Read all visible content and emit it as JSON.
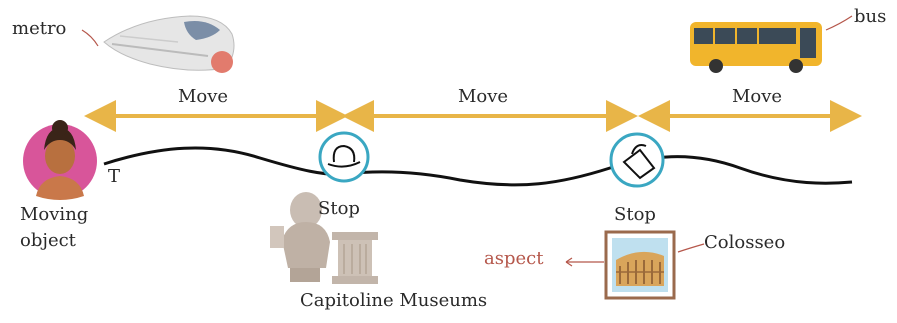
{
  "diagram": {
    "labels": {
      "metro": "metro",
      "bus": "bus",
      "move_1": "Move",
      "move_2": "Move",
      "move_3": "Move",
      "trajectory_marker": "T",
      "moving_object": "Moving\nobject",
      "stop_1": "Stop",
      "stop_2": "Stop",
      "capitoline": "Capitoline Museums",
      "aspect": "aspect",
      "colosseo": "Colosseo"
    },
    "icons": {
      "metro": "metro-train-icon",
      "bus": "bus-icon",
      "person": "person-avatar-icon",
      "stop_1": "hat-stop-icon",
      "stop_2": "bag-stop-icon",
      "capitoline": "statue-bust-icon",
      "colosseo": "colosseum-picture-icon"
    },
    "colors": {
      "arrow": "#e8b548",
      "stop_circle": "#3aa7c2",
      "trajectory": "#111111",
      "avatar_bg": "#d8559a",
      "aspect_text": "#b5574b",
      "bus_body": "#f1b52c"
    }
  }
}
